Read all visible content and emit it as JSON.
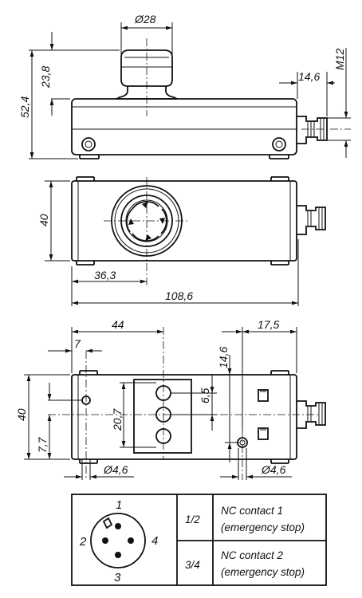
{
  "top_view": {
    "dim_diameter": "Ø28",
    "dim_height_button": "23,8",
    "dim_height_total": "52,4",
    "dim_connector_offset": "14,6",
    "dim_thread": "M12"
  },
  "side_view": {
    "dim_height": "40",
    "dim_center": "36,3",
    "dim_length": "108,6"
  },
  "bottom_view": {
    "dim_44": "44",
    "dim_7": "7",
    "dim_17_5": "17,5",
    "dim_14_6": "14,6",
    "dim_6_5": "6,5",
    "dim_20_7": "20,7",
    "dim_40": "40",
    "dim_7_7": "7,7",
    "dim_hole_left": "Ø4,6",
    "dim_hole_right": "Ø4,6"
  },
  "pinout": {
    "pin_labels": [
      "1",
      "2",
      "3",
      "4"
    ],
    "rows": [
      {
        "pins": "1/2",
        "line1": "NC contact 1",
        "line2": "(emergency stop)"
      },
      {
        "pins": "3/4",
        "line1": "NC contact 2",
        "line2": "(emergency stop)"
      }
    ]
  }
}
